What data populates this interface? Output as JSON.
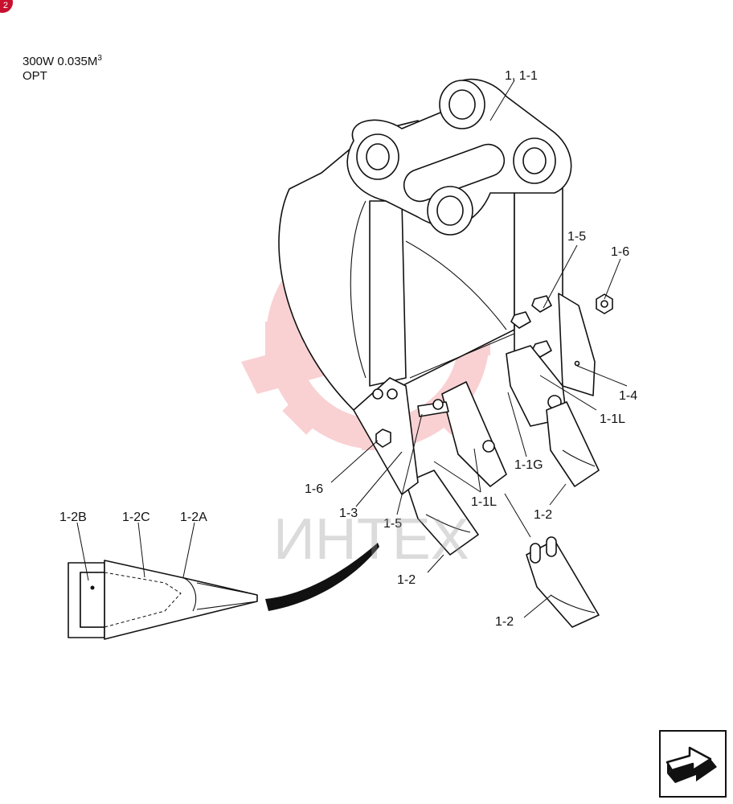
{
  "header": {
    "line1_prefix": "300W  0.035M",
    "line1_sup": "3",
    "line2": "OPT"
  },
  "corner_badge": "2",
  "watermark": {
    "text": "ИНТЕХ",
    "gear_color": "#e8323c",
    "text_color": "#9a9a9a"
  },
  "labels": {
    "main": "1, 1-1",
    "nut_top": "1-5",
    "nut_right": "1-6",
    "side_cutter": "1-4",
    "adapter_right": "1-1L",
    "adapter_center": "1-1G",
    "tooth_right": "1-2",
    "adapter_left": "1-1L",
    "nut_left": "1-6",
    "plate_left": "1-3",
    "bolt_left": "1-5",
    "tooth_center": "1-2",
    "tooth_lower": "1-2",
    "detail_b": "1-2B",
    "detail_c": "1-2C",
    "detail_a": "1-2A"
  },
  "icons": {
    "next_page": "arrow-next-icon"
  }
}
